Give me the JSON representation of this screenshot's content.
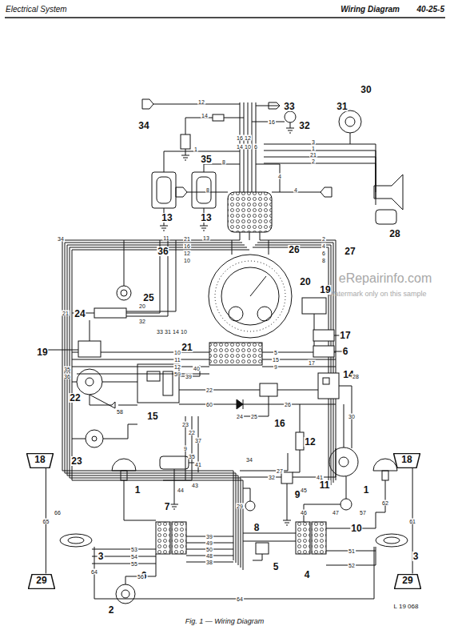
{
  "diagram": {
    "title": "Wiring Diagram",
    "caption": "Fig. 1 — Wiring Diagram",
    "nodes": [
      {
        "text": [
          "18"
        ]
      },
      {
        "text": [
          "29"
        ]
      },
      {
        "text": [
          "18"
        ]
      },
      {
        "text": [
          "29"
        ]
      }
    ],
    "edges": [
      {
        "from": 0,
        "to": 1,
        "arrow": "none",
        "label": "65"
      },
      {
        "from": 2,
        "to": 3,
        "arrow": "none",
        "label": "61"
      }
    ],
    "labels": [
      "Electrical System",
      "40-25-5",
      "L 19 068",
      "eRepairinfo.com",
      "Watermark only on this sample",
      "34",
      "33",
      "32",
      "31",
      "30",
      "35",
      "13",
      "13",
      "36",
      "26",
      "27",
      "28",
      "25",
      "24",
      "20",
      "19",
      "19",
      "21",
      "22",
      "17",
      "6",
      "15",
      "16",
      "14",
      "23",
      "7",
      "12",
      "11",
      "1",
      "1",
      "9",
      "8",
      "10",
      "3",
      "3",
      "6",
      "4",
      "2",
      "5",
      "12",
      "14",
      "16",
      "16",
      "12",
      "14",
      "10",
      "6",
      "3",
      "1",
      "21",
      "2",
      "1",
      "8",
      "4",
      "8",
      "4",
      "11",
      "13",
      "34",
      "21",
      "16",
      "12",
      "10",
      "2",
      "4",
      "6",
      "8",
      "20",
      "21",
      "32",
      "33",
      "31",
      "14",
      "10",
      "35",
      "36",
      "58",
      "10",
      "11",
      "12",
      "59",
      "5",
      "15",
      "9",
      "17",
      "22",
      "39",
      "40",
      "60",
      "23",
      "22",
      "37",
      "9",
      "35",
      "41",
      "43",
      "44",
      "34",
      "27",
      "32",
      "41",
      "45",
      "46",
      "47",
      "57",
      "29",
      "53",
      "54",
      "55",
      "56",
      "39",
      "49",
      "50",
      "48",
      "38",
      "51",
      "52",
      "62",
      "66",
      "64",
      "64",
      "28",
      "30",
      "26",
      "24",
      "25"
    ]
  }
}
